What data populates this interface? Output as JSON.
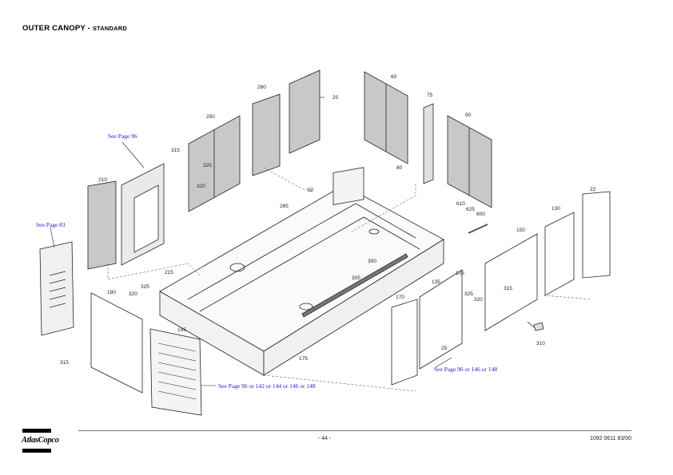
{
  "header": {
    "title": "OUTER CANOPY",
    "separator": " - ",
    "subtitle": "STANDARD"
  },
  "diagram": {
    "part_labels": [
      {
        "id": "20",
        "text": "20"
      },
      {
        "id": "22",
        "text": "22"
      },
      {
        "id": "25",
        "text": "25"
      },
      {
        "id": "50",
        "text": "50"
      },
      {
        "id": "60",
        "text": "60"
      },
      {
        "id": "75",
        "text": "75"
      },
      {
        "id": "80",
        "text": "80"
      },
      {
        "id": "90",
        "text": "90"
      },
      {
        "id": "105",
        "text": "105"
      },
      {
        "id": "130",
        "text": "130"
      },
      {
        "id": "135",
        "text": "135"
      },
      {
        "id": "150",
        "text": "150"
      },
      {
        "id": "170",
        "text": "170"
      },
      {
        "id": "175",
        "text": "175"
      },
      {
        "id": "180",
        "text": "180"
      },
      {
        "id": "195",
        "text": "195"
      },
      {
        "id": "210",
        "text": "210"
      },
      {
        "id": "215",
        "text": "215"
      },
      {
        "id": "250",
        "text": "250"
      },
      {
        "id": "260",
        "text": "260"
      },
      {
        "id": "265",
        "text": "265"
      },
      {
        "id": "300",
        "text": "300"
      },
      {
        "id": "305",
        "text": "305"
      },
      {
        "id": "310",
        "text": "310"
      },
      {
        "id": "315a",
        "text": "315"
      },
      {
        "id": "315b",
        "text": "315"
      },
      {
        "id": "315c",
        "text": "315"
      },
      {
        "id": "320a",
        "text": "320"
      },
      {
        "id": "320b",
        "text": "320"
      },
      {
        "id": "320c",
        "text": "320"
      },
      {
        "id": "325a",
        "text": "325"
      },
      {
        "id": "325b",
        "text": "325"
      },
      {
        "id": "325c",
        "text": "325"
      },
      {
        "id": "600",
        "text": "600"
      },
      {
        "id": "610",
        "text": "610"
      },
      {
        "id": "625",
        "text": "625"
      }
    ],
    "page_references": [
      {
        "id": "ref-96-top",
        "text": "See Page 96"
      },
      {
        "id": "ref-83",
        "text": "See Page 83"
      },
      {
        "id": "ref-96-bottom",
        "text": "See Page 96 or 142 or 144 or 146 or 148"
      },
      {
        "id": "ref-96-right",
        "text": "See Page 96  or 146 or 148"
      }
    ],
    "colors": {
      "reference_link": "#2222cc",
      "panel_fill": "#c8c8c8",
      "line": "#222222"
    }
  },
  "footer": {
    "brand": "AtlasCopco",
    "page_number": "- 44 -",
    "document_number": "1092 0611 83/00"
  }
}
